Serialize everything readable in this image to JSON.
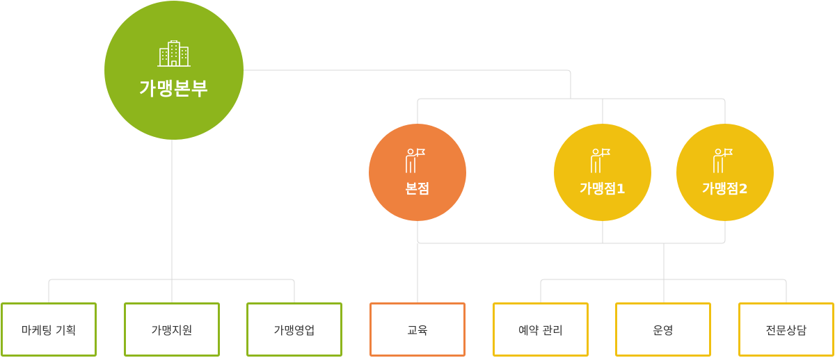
{
  "colors": {
    "green": "#8db51c",
    "orange": "#ee813e",
    "yellow": "#f0c010",
    "line": "#d9d9d9",
    "text": "#333333"
  },
  "headquarters": {
    "label": "가맹본부",
    "icon": "building-icon",
    "color": "#8db51c"
  },
  "branches": [
    {
      "label": "본점",
      "icon": "person-flag-icon",
      "color": "#ee813e"
    },
    {
      "label": "가맹점1",
      "icon": "person-flag-icon",
      "color": "#f0c010"
    },
    {
      "label": "가맹점2",
      "icon": "person-flag-icon",
      "color": "#f0c010"
    }
  ],
  "departments": [
    {
      "label": "마케팅 기획",
      "color": "#8db51c"
    },
    {
      "label": "가맹지원",
      "color": "#8db51c"
    },
    {
      "label": "가맹영업",
      "color": "#8db51c"
    },
    {
      "label": "교육",
      "color": "#ee813e"
    },
    {
      "label": "예약 관리",
      "color": "#f0c010"
    },
    {
      "label": "운영",
      "color": "#f0c010"
    },
    {
      "label": "전문상담",
      "color": "#f0c010"
    }
  ]
}
